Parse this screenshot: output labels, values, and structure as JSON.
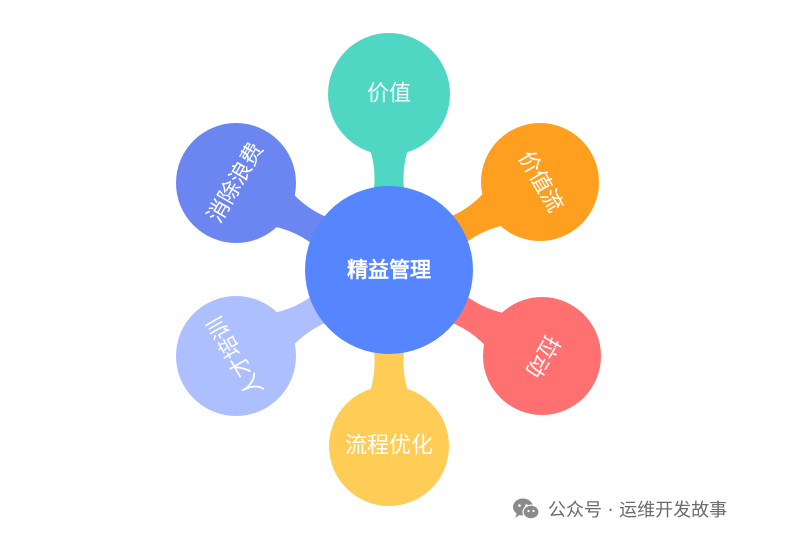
{
  "center": {
    "label": "精益管理",
    "color": "#5585FF"
  },
  "nodes": [
    {
      "id": "value",
      "label": "价值",
      "color": "#4FD7C4"
    },
    {
      "id": "value-stream",
      "label": "价值流",
      "color": "#FF9F20"
    },
    {
      "id": "pull",
      "label": "拉动",
      "color": "#FF7070"
    },
    {
      "id": "process-optimization",
      "label": "流程优化",
      "color": "#FFCC55"
    },
    {
      "id": "talent-training",
      "label": "人才培训",
      "color": "#AEBFFF"
    },
    {
      "id": "eliminate-waste",
      "label": "消除浪费",
      "color": "#6B86F0"
    }
  ],
  "watermark": {
    "icon": "wechat-icon",
    "text": "公众号 · 运维开发故事"
  }
}
